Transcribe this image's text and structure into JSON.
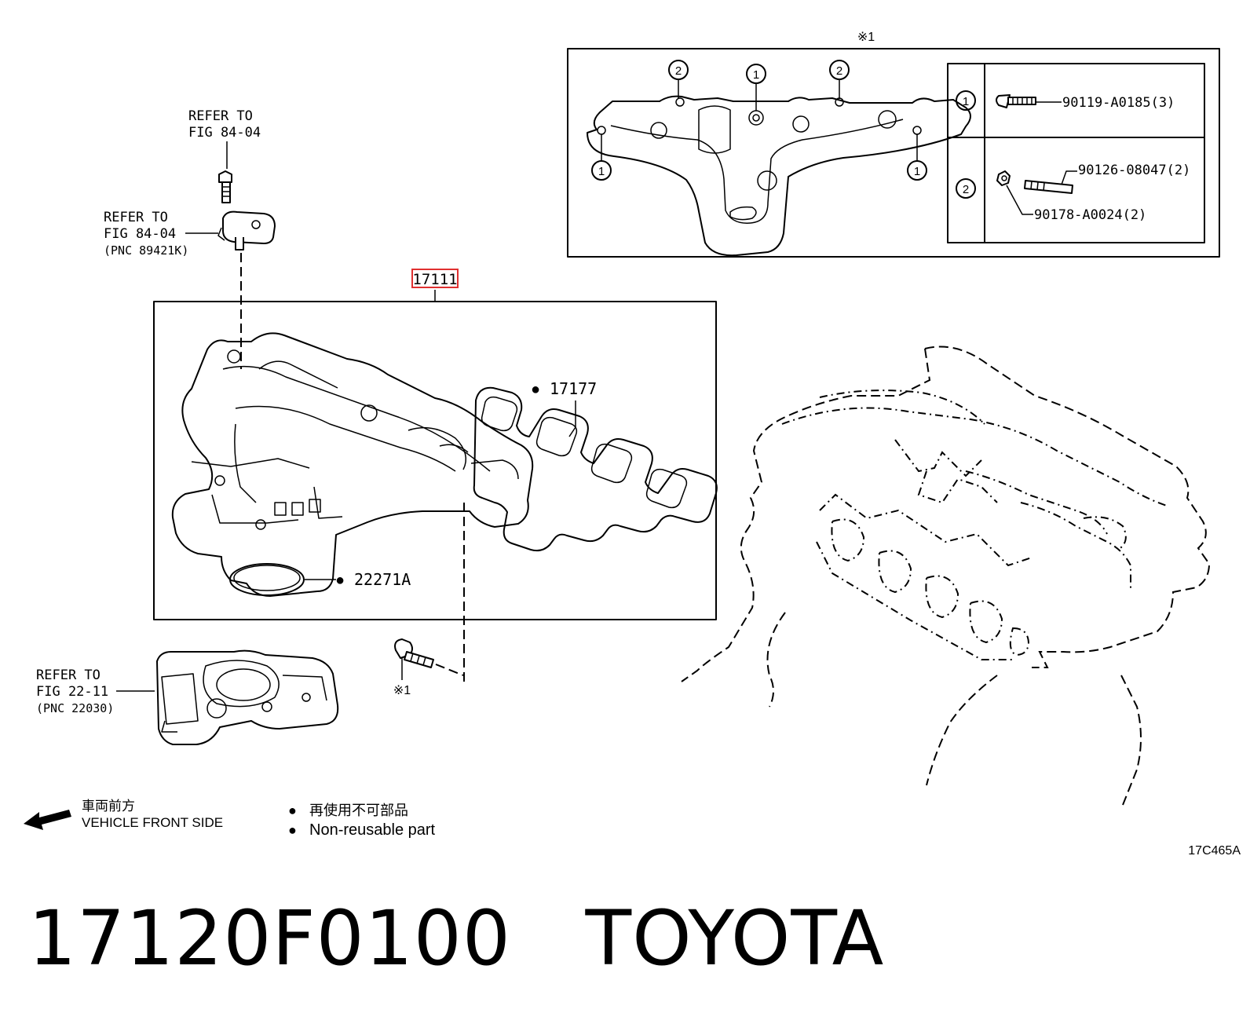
{
  "diagram": {
    "inset": {
      "title": "※1",
      "legend_rows": [
        {
          "marker": "1",
          "parts": [
            "90119-A0185(3)"
          ]
        },
        {
          "marker": "2",
          "parts": [
            "90126-08047(2)",
            "90178-A0024(2)"
          ]
        }
      ],
      "manifold_markers": [
        "2",
        "1",
        "2",
        "1",
        "1"
      ]
    },
    "sensor_refs": [
      {
        "line1": "REFER TO",
        "line2": "FIG 84-04"
      },
      {
        "line1": "REFER TO",
        "line2": "FIG 84-04",
        "line3": "(PNC 89421K)"
      }
    ],
    "throttle_ref": {
      "line1": "REFER TO",
      "line2": "FIG 22-11",
      "line3": "(PNC 22030)"
    },
    "main_part": {
      "number": "17111",
      "highlight_color": "#e03030"
    },
    "callouts": [
      {
        "marker": "●",
        "number": "17177"
      },
      {
        "marker": "●",
        "number": "22271A"
      }
    ],
    "bolt_note": "※1",
    "legend": {
      "front_jp": "車両前方",
      "front_en": "VEHICLE FRONT SIDE",
      "nonreuse_jp": "再使用不可部品",
      "nonreuse_en": "Non-reusable part",
      "bullet": "●"
    },
    "drawing_code": "17C465A"
  },
  "caption": {
    "part_number": "17120F0100",
    "brand": "TOYOTA"
  }
}
